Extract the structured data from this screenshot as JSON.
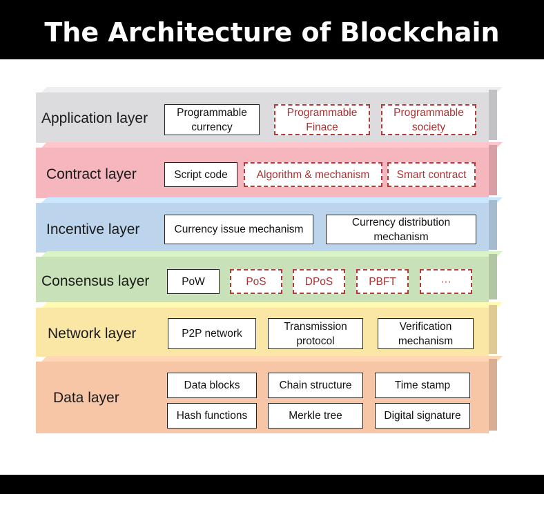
{
  "title": "The Architecture of Blockchain",
  "layers": {
    "application": {
      "label": "Application layer",
      "items": [
        "Programmable\ncurrency",
        "Programmable\nFinace",
        "Programmable\nsociety"
      ]
    },
    "contract": {
      "label": "Contract layer",
      "items": [
        "Script code",
        "Algorithm & mechanism",
        "Smart contract"
      ]
    },
    "incentive": {
      "label": "Incentive layer",
      "items": [
        "Currency issue mechanism",
        "Currency distribution\nmechanism"
      ]
    },
    "consensus": {
      "label": "Consensus layer",
      "items": [
        "PoW",
        "PoS",
        "DPoS",
        "PBFT",
        "···"
      ]
    },
    "network": {
      "label": "Network layer",
      "items": [
        "P2P network",
        "Transmission\nprotocol",
        "Verification\nmechanism"
      ]
    },
    "data": {
      "label": "Data layer",
      "items": [
        "Data blocks",
        "Chain structure",
        "Time stamp",
        "Hash functions",
        "Merkle tree",
        "Digital signature"
      ]
    }
  },
  "colors": {
    "application": "#dcdcdf",
    "contract": "#f5b6bd",
    "incentive": "#bcd5ec",
    "consensus": "#c9e1b8",
    "network": "#fbe7a5",
    "data": "#f7c6a6",
    "dashed_border": "#b33a3a"
  }
}
